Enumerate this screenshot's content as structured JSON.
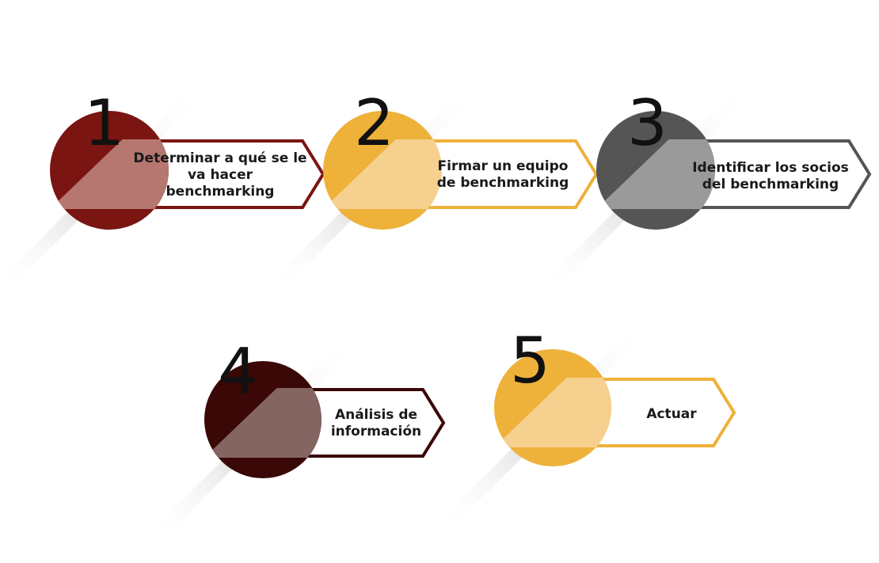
{
  "steps": [
    {
      "number": "1",
      "lines": [
        "Determinar a qué se le",
        "va hacer",
        "benchmarking"
      ],
      "color": "#7a1512",
      "overlay": "#b5776f"
    },
    {
      "number": "2",
      "lines": [
        "Firmar un equipo",
        "de benchmarking"
      ],
      "color": "#eeb13a",
      "overlay": "#f5d08e"
    },
    {
      "number": "3",
      "lines": [
        "Identificar los socios",
        "del benchmarking"
      ],
      "color": "#555555",
      "overlay": "#9a9a9a"
    },
    {
      "number": "4",
      "lines": [
        "Análisis de",
        "información"
      ],
      "color": "#3a0806",
      "overlay": "#846562"
    },
    {
      "number": "5",
      "lines": [
        "Actuar"
      ],
      "color": "#eeb13a",
      "overlay": "#f5d08e"
    }
  ]
}
